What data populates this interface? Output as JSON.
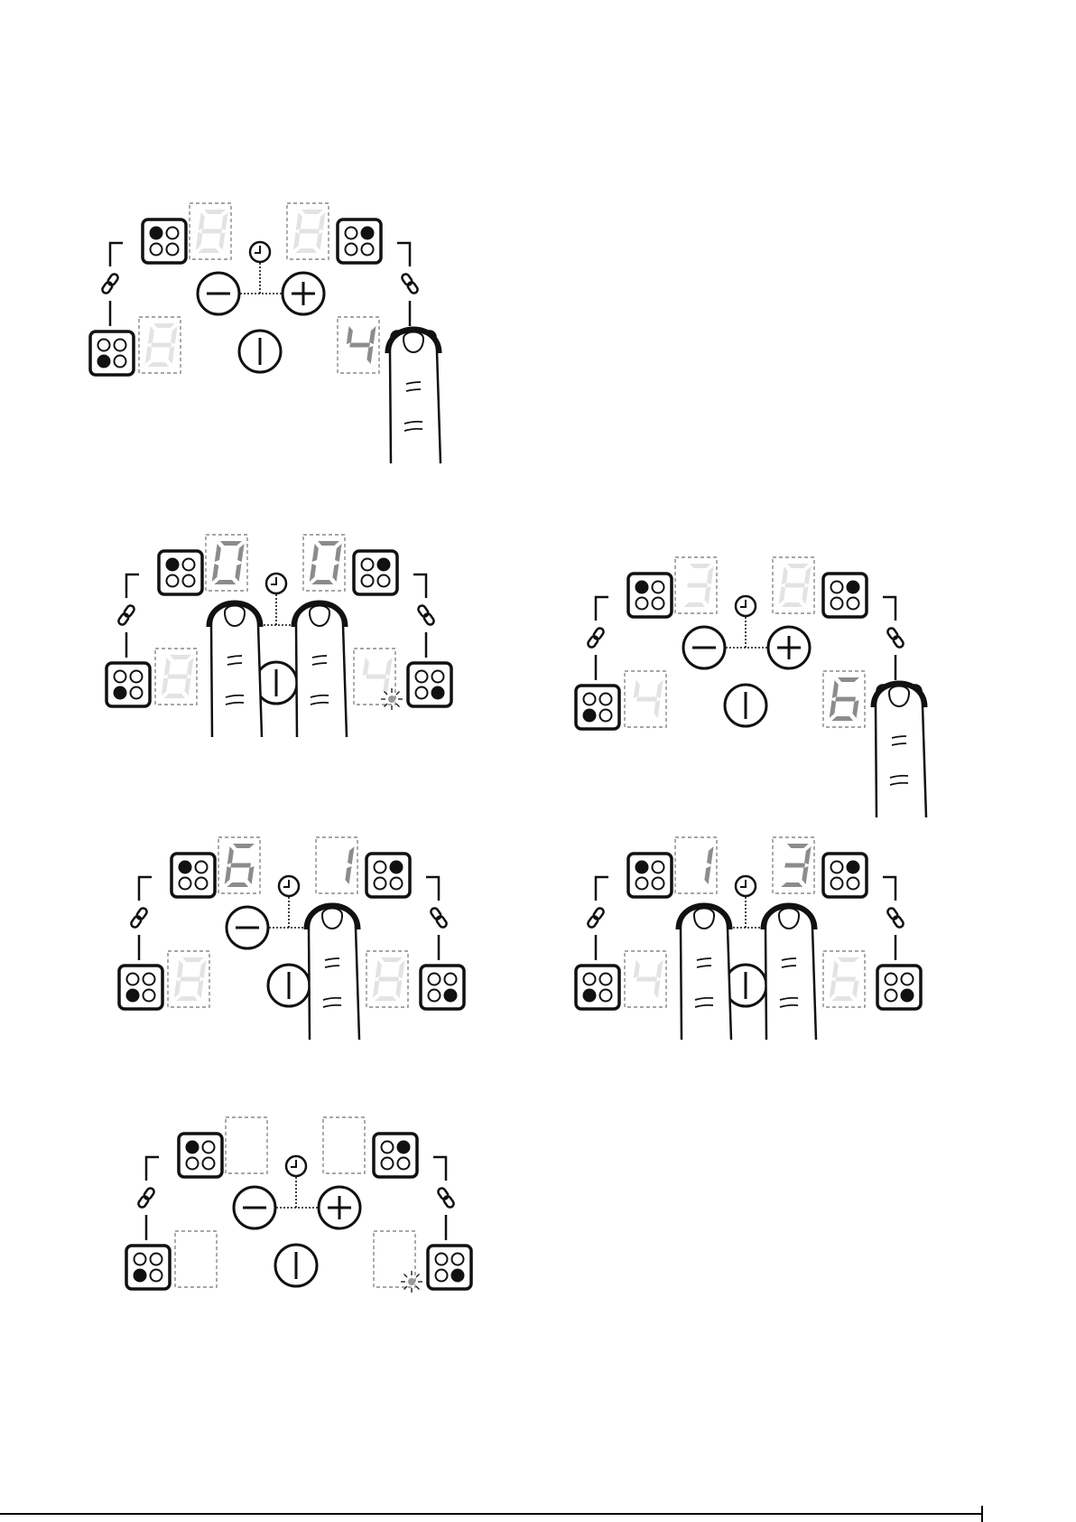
{
  "colors": {
    "ink": "#111111",
    "digit_lit": "#8c8c8c",
    "digit_faint": "#e3e3e3",
    "box_dash": "#888888",
    "dot": "#999999"
  },
  "icons": {
    "zone": "hob-zone-icon",
    "link": "link-chain-icon",
    "timer": "clock-icon",
    "minus": "minus-button-icon",
    "plus": "plus-button-icon",
    "power": "power-button-icon",
    "finger": "finger-press-icon",
    "blink": "blinking-dot-icon"
  },
  "panels": [
    {
      "id": "panel-1",
      "displays": {
        "top_left": {
          "digit": "8",
          "state": "faint"
        },
        "top_right": {
          "digit": "8",
          "state": "faint"
        },
        "bottom_left": {
          "digit": "8",
          "state": "faint"
        },
        "bottom_right": {
          "digit": "4",
          "state": "lit"
        }
      },
      "show_minus": true,
      "show_plus": true,
      "dot": false,
      "fingers": [
        "zone-bottom-right"
      ]
    },
    {
      "id": "panel-2",
      "displays": {
        "top_left": {
          "digit": "0",
          "state": "lit"
        },
        "top_right": {
          "digit": "0",
          "state": "lit"
        },
        "bottom_left": {
          "digit": "8",
          "state": "faint"
        },
        "bottom_right": {
          "digit": "4",
          "state": "faint"
        }
      },
      "show_minus": false,
      "show_plus": false,
      "dot": true,
      "fingers": [
        "minus",
        "plus"
      ]
    },
    {
      "id": "panel-3",
      "displays": {
        "top_left": {
          "digit": "3",
          "state": "faint"
        },
        "top_right": {
          "digit": "8",
          "state": "faint"
        },
        "bottom_left": {
          "digit": "4",
          "state": "faint"
        },
        "bottom_right": {
          "digit": "6",
          "state": "lit"
        }
      },
      "show_minus": true,
      "show_plus": true,
      "dot": false,
      "fingers": [
        "zone-bottom-right"
      ]
    },
    {
      "id": "panel-4",
      "displays": {
        "top_left": {
          "digit": "6",
          "state": "lit"
        },
        "top_right": {
          "digit": "1",
          "state": "lit"
        },
        "bottom_left": {
          "digit": "8",
          "state": "faint"
        },
        "bottom_right": {
          "digit": "8",
          "state": "faint"
        }
      },
      "show_minus": true,
      "show_plus": false,
      "dot": false,
      "fingers": [
        "plus"
      ]
    },
    {
      "id": "panel-5",
      "displays": {
        "top_left": {
          "digit": "1",
          "state": "lit"
        },
        "top_right": {
          "digit": "3",
          "state": "lit"
        },
        "bottom_left": {
          "digit": "4",
          "state": "faint"
        },
        "bottom_right": {
          "digit": "6",
          "state": "faint"
        }
      },
      "show_minus": false,
      "show_plus": false,
      "dot": false,
      "fingers": [
        "minus",
        "plus"
      ]
    },
    {
      "id": "panel-6",
      "displays": {
        "top_left": {
          "digit": "",
          "state": "off"
        },
        "top_right": {
          "digit": "",
          "state": "off"
        },
        "bottom_left": {
          "digit": "",
          "state": "off"
        },
        "bottom_right": {
          "digit": "",
          "state": "off"
        }
      },
      "show_minus": true,
      "show_plus": true,
      "dot": true,
      "fingers": []
    }
  ]
}
